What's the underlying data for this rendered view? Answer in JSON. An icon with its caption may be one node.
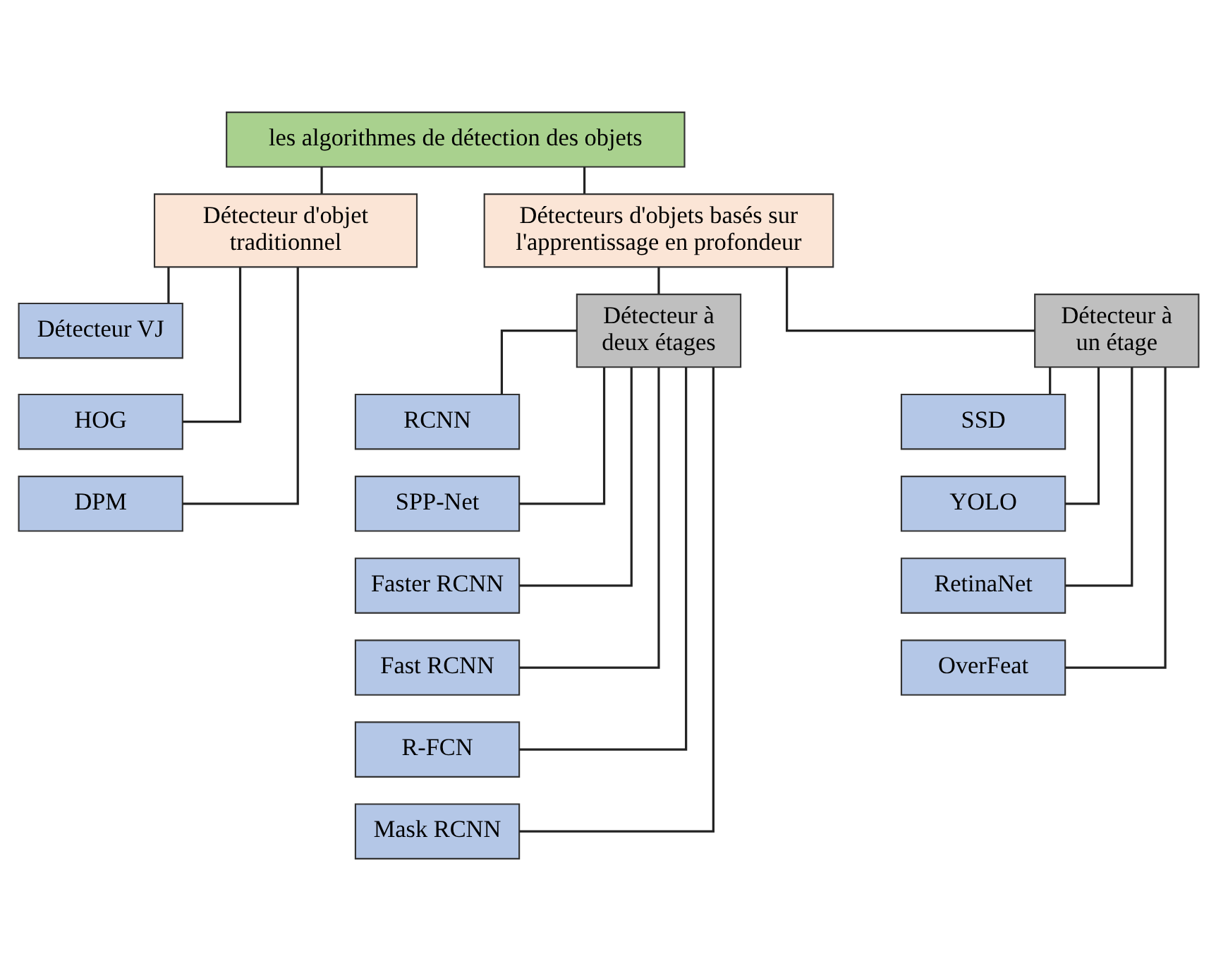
{
  "diagram": {
    "nodes": [
      {
        "text": [
          "les algorithmes de détection des objets"
        ]
      },
      {
        "text": [
          "Détecteur d'objet traditionnel"
        ]
      },
      {
        "text": [
          "Détecteurs d'objets basés sur l'apprentissage en profondeur"
        ]
      },
      {
        "text": [
          "Détecteur VJ"
        ]
      },
      {
        "text": [
          "HOG"
        ]
      },
      {
        "text": [
          "DPM"
        ]
      },
      {
        "text": [
          "Détecteur à deux étages"
        ]
      },
      {
        "text": [
          "Détecteur à un étage"
        ]
      },
      {
        "text": [
          "RCNN"
        ]
      },
      {
        "text": [
          "SPP-Net"
        ]
      },
      {
        "text": [
          "Faster RCNN"
        ]
      },
      {
        "text": [
          "Fast RCNN"
        ]
      },
      {
        "text": [
          "R-FCN"
        ]
      },
      {
        "text": [
          "Mask RCNN"
        ]
      },
      {
        "text": [
          "SSD"
        ]
      },
      {
        "text": [
          "YOLO"
        ]
      },
      {
        "text": [
          "RetinaNet"
        ]
      },
      {
        "text": [
          "OverFeat"
        ]
      }
    ],
    "edges": [
      {
        "from": 0,
        "to": 1,
        "arrow": "none"
      },
      {
        "from": 0,
        "to": 2,
        "arrow": "none"
      },
      {
        "from": 1,
        "to": 3,
        "arrow": "none"
      },
      {
        "from": 1,
        "to": 4,
        "arrow": "none"
      },
      {
        "from": 1,
        "to": 5,
        "arrow": "none"
      },
      {
        "from": 2,
        "to": 6,
        "arrow": "none"
      },
      {
        "from": 2,
        "to": 7,
        "arrow": "none"
      },
      {
        "from": 6,
        "to": 8,
        "arrow": "none"
      },
      {
        "from": 6,
        "to": 9,
        "arrow": "none"
      },
      {
        "from": 6,
        "to": 10,
        "arrow": "none"
      },
      {
        "from": 6,
        "to": 11,
        "arrow": "none"
      },
      {
        "from": 6,
        "to": 12,
        "arrow": "none"
      },
      {
        "from": 6,
        "to": 13,
        "arrow": "none"
      },
      {
        "from": 7,
        "to": 14,
        "arrow": "none"
      },
      {
        "from": 7,
        "to": 15,
        "arrow": "none"
      },
      {
        "from": 7,
        "to": 16,
        "arrow": "none"
      },
      {
        "from": 7,
        "to": 17,
        "arrow": "none"
      }
    ]
  }
}
